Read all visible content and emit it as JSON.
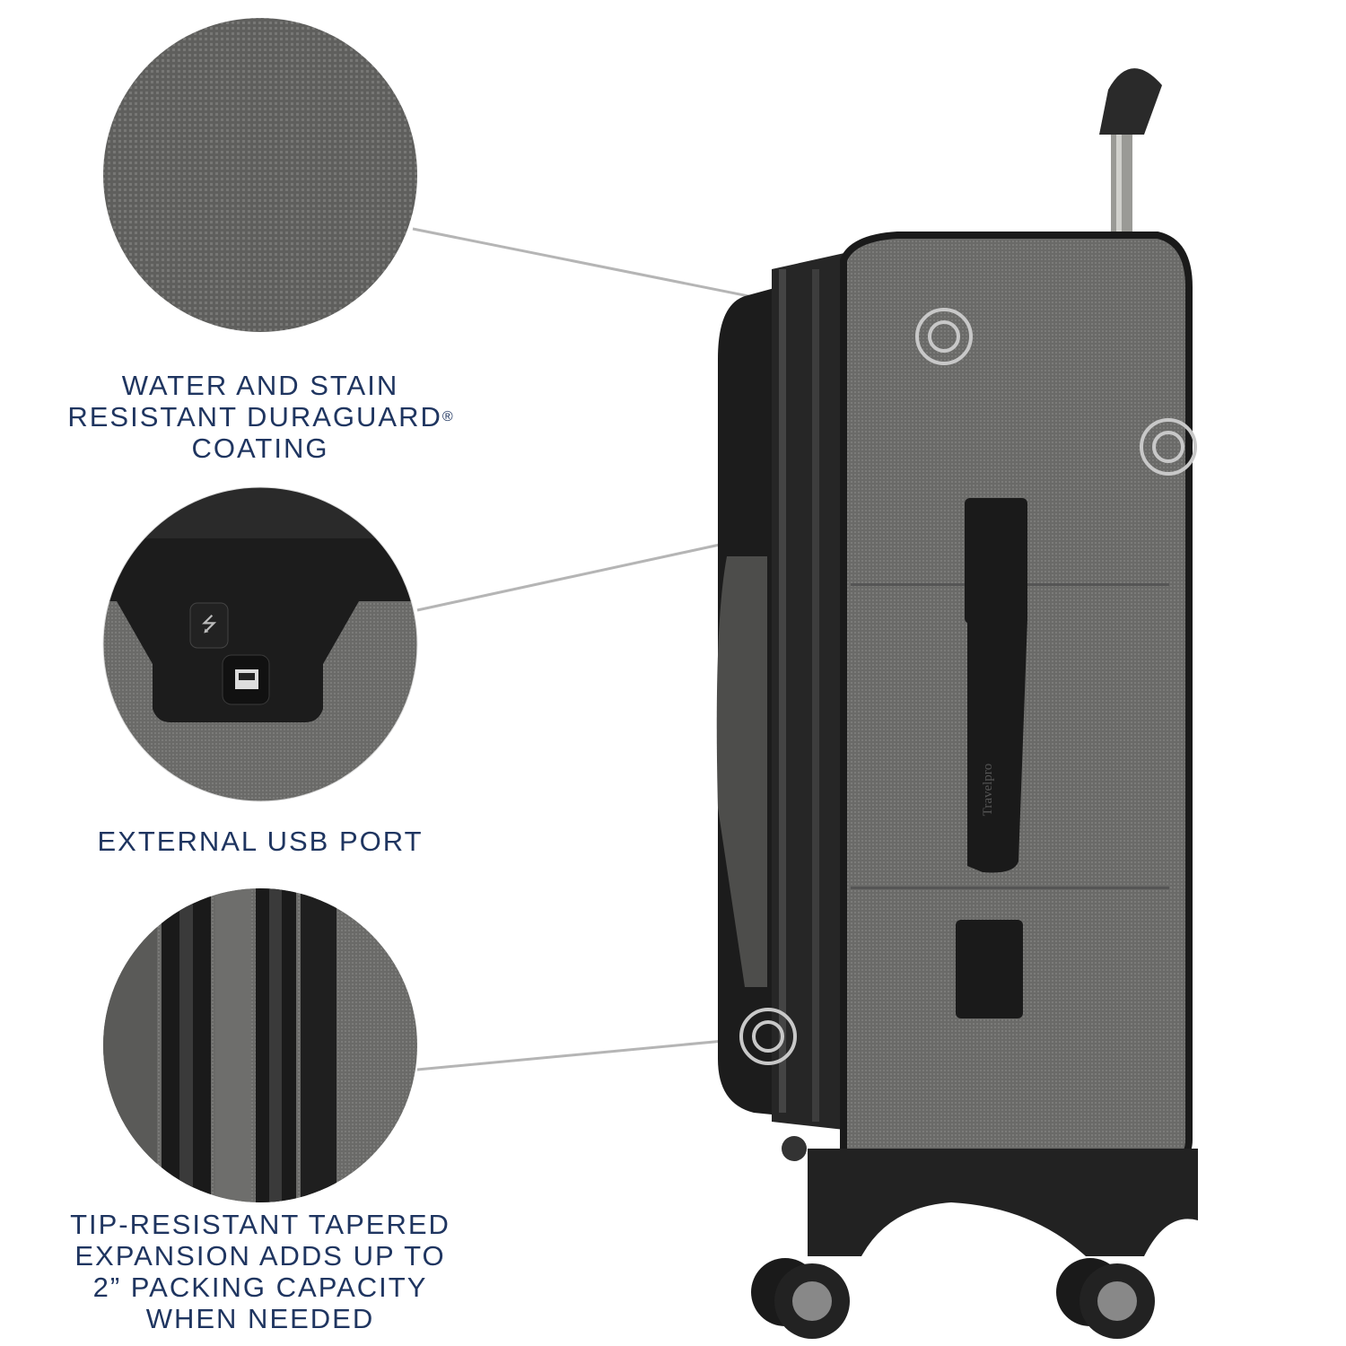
{
  "features": [
    {
      "line1": "WATER AND STAIN",
      "line2": "RESISTANT DURAGUARD",
      "mark": "®",
      "line3": "COATING"
    },
    {
      "line1": "EXTERNAL USB PORT"
    },
    {
      "line1": "TIP-RESISTANT TAPERED",
      "line2": "EXPANSION ADDS UP TO",
      "line3": "2” PACKING CAPACITY",
      "line4": "WHEN NEEDED"
    }
  ],
  "brand": "Travelpro",
  "colors": {
    "text": "#1f3560",
    "fabric": "#6d6d6b",
    "trim": "#1a1a1a",
    "callout": "#b5b5b5"
  }
}
